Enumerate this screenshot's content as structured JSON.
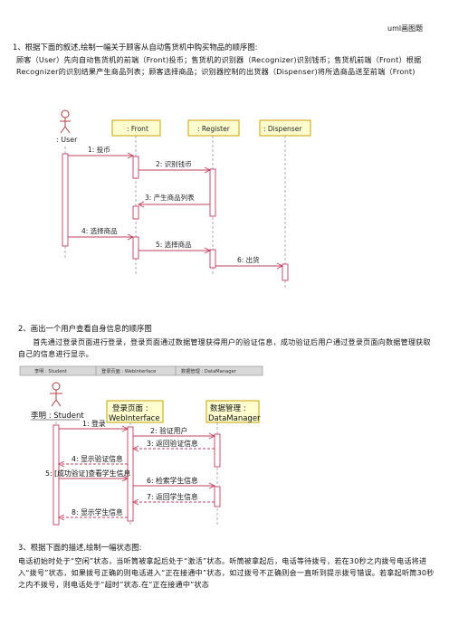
{
  "header": {
    "right_label": "uml画图题"
  },
  "q1": {
    "title": "1、根据下面的叙述,绘制一幅关于顾客从自动售货机中购买物品的顺序图:",
    "body": "顾客（User）先向自动售货机的前端（Front)投币；售货机的识别器（Recognizer)识别钱币；售货机前端（Front）根据Recognizer的识别结果产生商品列表；顾客选择商品；识别器控制的出货器（Dispenser)将所选商品送至前端（Front)",
    "diagram": {
      "actor": ": User",
      "objects": [
        ": Front",
        ": Register",
        ": Dispenser"
      ],
      "messages": [
        "1: 投币",
        "2: 识别钱币",
        "3: 产生商品列表",
        "4: 选择商品",
        "5: 选择商品",
        "6: 出货"
      ]
    }
  },
  "q2": {
    "title": "2、画出一个用户查看自身信息的顺序图",
    "body": "首先通过登录页面进行登录，登录页面通过数据管理获得用户的验证信息，成功验证后用户通过登录页面向数据管理获取自己的信息进行显示。",
    "diagram": {
      "header_cells": [
        "李明 : Student",
        "登录页面 : WebInterface",
        "数据管理 : DataManager"
      ],
      "actor": "李明 : Student",
      "objects": [
        {
          "line1": "登录页面 :",
          "line2": "WebInterface"
        },
        {
          "line1": "数据管理 :",
          "line2": "DataManager"
        }
      ],
      "messages": [
        "1: 登录",
        "2: 验证用户",
        "3: 返回验证信息",
        "4: 显示验证信息",
        "5: [成功验证]查看学生信息",
        "6: 检索学生信息",
        "7: 返回学生信息",
        "8: 显示学生信息"
      ]
    }
  },
  "q3": {
    "title": "3、根据下面的描述,绘制一幅状态图:",
    "body": "电话初始时处于“空闲”状态，当听筒被拿起后处于“激活”状态。听筒被拿起后，电话等待拨号，若在30秒之内拨号电话将进入“拨号”状态，如果拨号正确的则电话进入“正在接通中”状态，如过拨号不正确则会一直听到提示拨号错误。若拿起听筒30秒之内不拨号，则电话处于“超时”状态.在“正在接通中”状态"
  }
}
